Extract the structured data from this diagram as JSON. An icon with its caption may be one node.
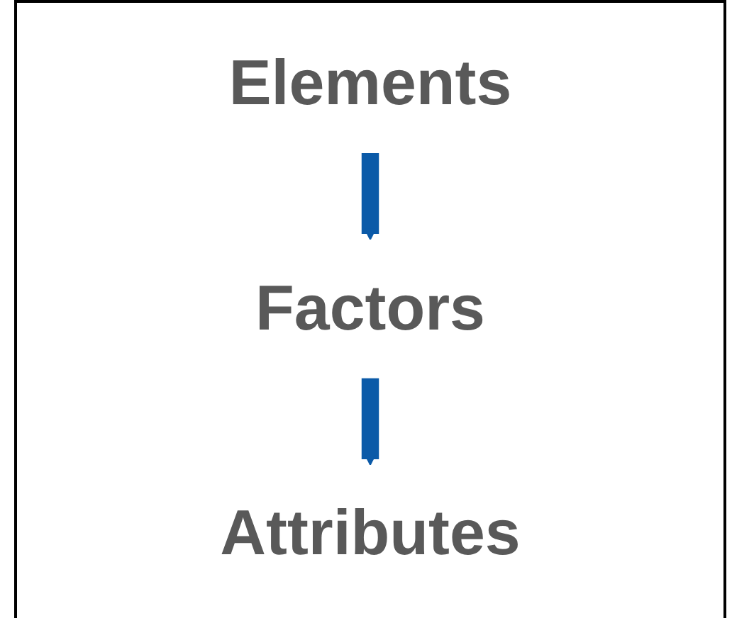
{
  "diagram": {
    "nodes": [
      {
        "text": [
          "Elements"
        ]
      },
      {
        "text": [
          "Factors"
        ]
      },
      {
        "text": [
          "Attributes"
        ]
      }
    ],
    "edges": [
      {
        "from": 0,
        "to": 1,
        "arrow": "to"
      },
      {
        "from": 1,
        "to": 2,
        "arrow": "to"
      }
    ]
  }
}
